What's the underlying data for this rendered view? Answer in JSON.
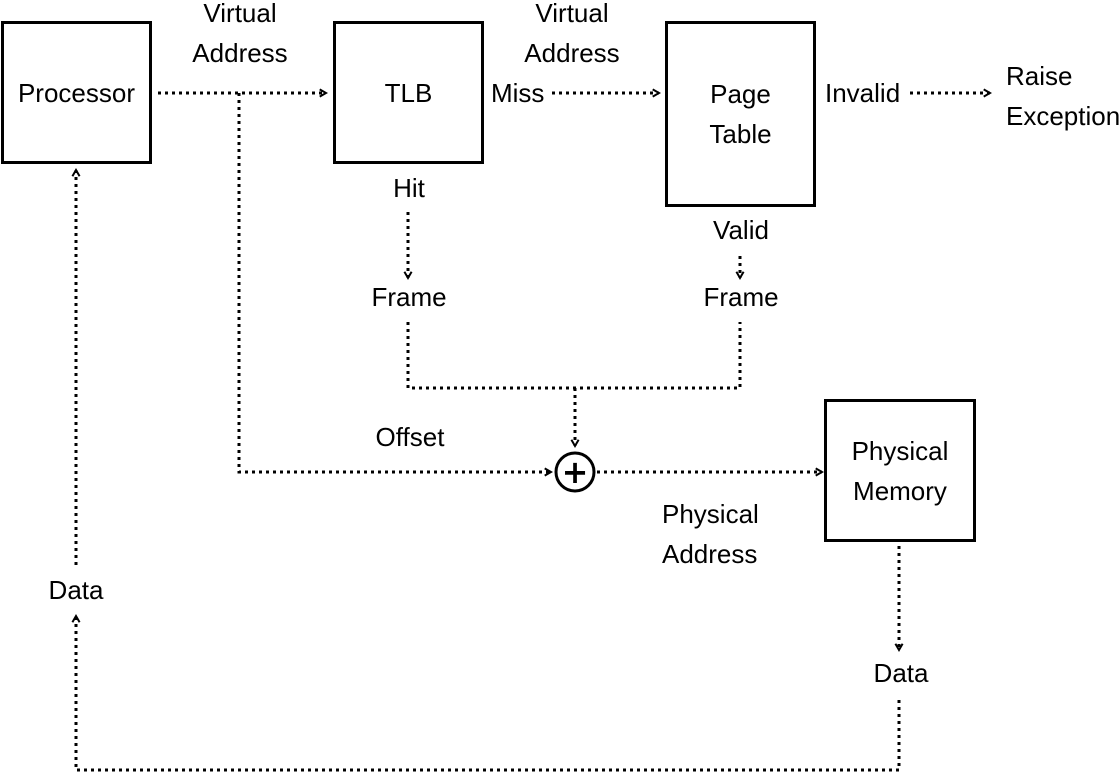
{
  "boxes": {
    "processor": "Processor",
    "tlb": "TLB",
    "page_table": "Page\nTable",
    "physical_memory": "Physical\nMemory"
  },
  "labels": {
    "virtual_address_1": "Virtual\nAddress",
    "virtual_address_2": "Virtual\nAddress",
    "miss": "Miss",
    "invalid": "Invalid",
    "raise_exception": "Raise\nException",
    "hit": "Hit",
    "valid": "Valid",
    "frame_tlb": "Frame",
    "frame_page_table": "Frame",
    "offset": "Offset",
    "physical_address": "Physical\nAddress",
    "data_memory": "Data",
    "data_processor": "Data"
  },
  "adder_symbol": "+",
  "colors": {
    "stroke": "#000000",
    "background": "#ffffff"
  }
}
